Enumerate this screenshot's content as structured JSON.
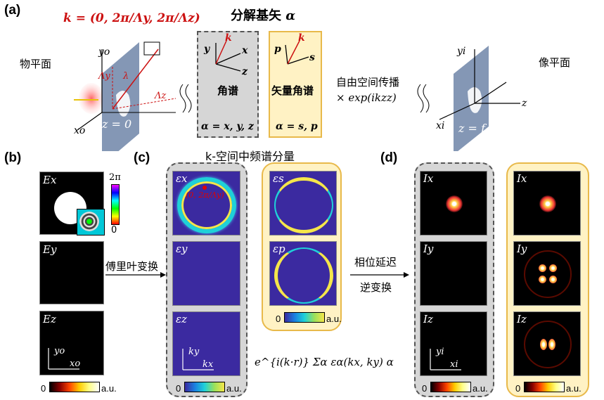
{
  "panels": {
    "a": "(a)",
    "b": "(b)",
    "c": "(c)",
    "d": "(d)"
  },
  "top": {
    "k_vector": "k = (0, 2π/Λy, 2π/Λz)",
    "decompose_title": "分解基矢",
    "decompose_symbol": "α",
    "object_plane": "物平面",
    "image_plane": "像平面",
    "propagation": "自由空间传播",
    "propagation_formula": "× exp(ikzz)",
    "angular_spectrum": "角谱",
    "angular_basis": "α = x, y, z",
    "vector_angular_spectrum": "矢量角谱",
    "vector_basis": "α = s, p",
    "object_z": "z = 0",
    "image_z": "z = f",
    "xo": "xo",
    "yo": "yo",
    "xi": "xi",
    "yi": "yi",
    "lambda_y": "Λy",
    "lambda_z": "Λz",
    "lambda": "λ",
    "z": "z",
    "basis_x": "x",
    "basis_y": "y",
    "basis_z": "z",
    "basis_k": "k",
    "basis_s": "s",
    "basis_p": "p"
  },
  "kspace_title": "k-空间中频谱分量",
  "fourier_label": "傅里叶变换",
  "phase_delay": "相位延迟",
  "inverse_transform": "逆变换",
  "sum_formula": "e^{i(k·r)} Σα εα(kx, ky) α",
  "colorbar": {
    "phase_max": "2π",
    "phase_min": "0",
    "zero": "0",
    "au": "a.u."
  },
  "b_labels": {
    "ex": "Ex",
    "ey": "Ey",
    "ez": "Ez",
    "xo": "xo",
    "yo": "yo"
  },
  "c_labels": {
    "ex": "εx",
    "ey": "εy",
    "ez": "εz",
    "es": "εs",
    "ep": "εp",
    "point": "(0, 2π/Λy)",
    "kx": "kx",
    "ky": "ky"
  },
  "d_labels": {
    "ix": "Ix",
    "iy": "Iy",
    "iz": "Iz",
    "xi": "xi",
    "yi": "yi"
  },
  "colors": {
    "gray_panel": "#d6d6d6",
    "yellow_panel": "#fff2c4",
    "yellow_border": "#e8b94a",
    "plane_blue": "#6f85a8",
    "k_red": "#cc1111",
    "kspace_bg": "#3b2aa0"
  }
}
